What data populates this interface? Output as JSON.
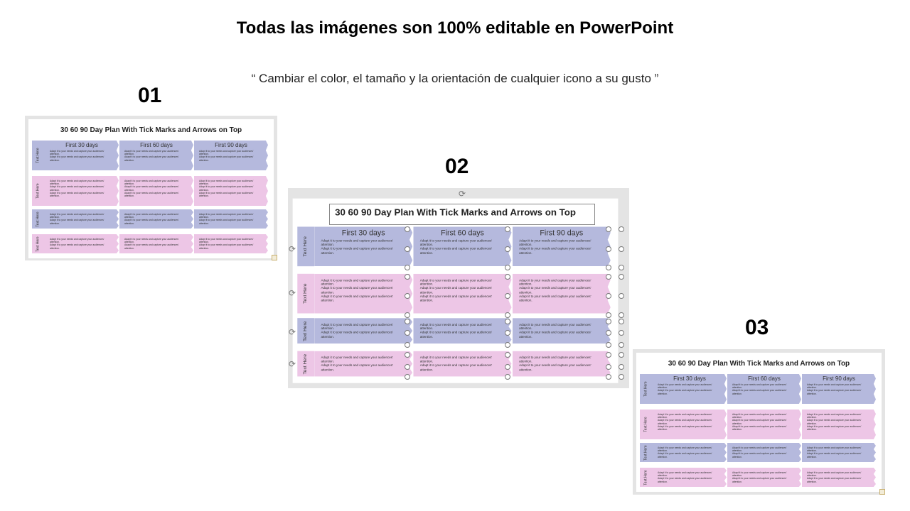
{
  "header": {
    "title": "Todas las imágenes son 100% editable en PowerPoint",
    "subtitle": "“ Cambiar el color, el tamaño y la orientación de cualquier icono a su gusto ”"
  },
  "labels": [
    "01",
    "02",
    "03"
  ],
  "slide": {
    "title": "30 60 90 Day Plan With Tick Marks and Arrows on Top",
    "columns": [
      "First 30 days",
      "First 60 days",
      "First 90 days"
    ],
    "row_label": "Text Here",
    "body_text": "Adapt it to your needs and capture your audiences' attention.",
    "rows": [
      {
        "color": "#b5b9dd",
        "lines": 2,
        "has_header": true
      },
      {
        "color": "#edc6e6",
        "lines": 3,
        "has_header": false
      },
      {
        "color": "#b5b9dd",
        "lines": 2,
        "has_header": false
      },
      {
        "color": "#edc6e6",
        "lines": 2,
        "has_header": false
      }
    ]
  },
  "colors": {
    "blue": "#b5b9dd",
    "pink": "#edc6e6"
  }
}
